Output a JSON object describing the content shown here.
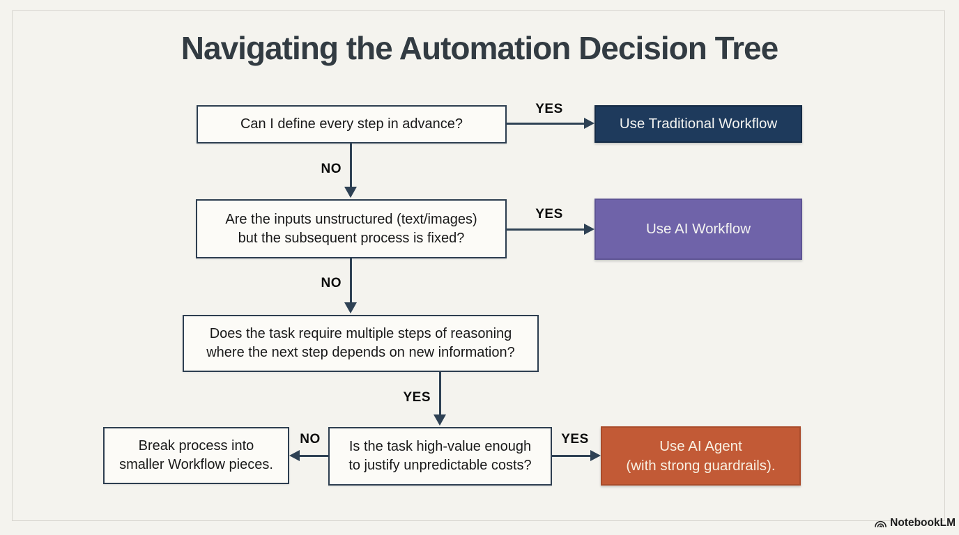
{
  "title": "Navigating the Automation Decision Tree",
  "colors": {
    "background": "#f4f3ee",
    "frame_line": "#d7d5cf",
    "title_text": "#323b42",
    "decision_box_fill": "#fcfbf7",
    "decision_box_border": "#2d3e50",
    "arrow": "#2e4154",
    "traditional_workflow_box": "#1e3a5c",
    "ai_workflow_box": "#6f63a9",
    "ai_agent_box": "#c25a36"
  },
  "nodes": {
    "q1": {
      "text": "Can I define every step in advance?"
    },
    "traditional": {
      "text": "Use Traditional Workflow"
    },
    "q2": {
      "lines": [
        "Are the inputs unstructured (text/images)",
        "but the subsequent process is fixed?"
      ]
    },
    "ai_workflow": {
      "text": "Use AI Workflow"
    },
    "q3": {
      "lines": [
        "Does the task require multiple steps of reasoning",
        "where the next step depends on new information?"
      ]
    },
    "q4": {
      "lines": [
        "Is the task high-value enough",
        "to justify unpredictable costs?"
      ]
    },
    "break_process": {
      "lines": [
        "Break process into",
        "smaller Workflow pieces."
      ]
    },
    "ai_agent": {
      "lines": [
        "Use AI Agent",
        "(with strong guardrails)."
      ]
    }
  },
  "edges": {
    "q1_yes": "YES",
    "q1_no": "NO",
    "q2_yes": "YES",
    "q2_no": "NO",
    "q3_yes": "YES",
    "q4_no": "NO",
    "q4_yes": "YES"
  },
  "watermark": {
    "icon": "notebooklm-logo",
    "label": "NotebookLM"
  }
}
